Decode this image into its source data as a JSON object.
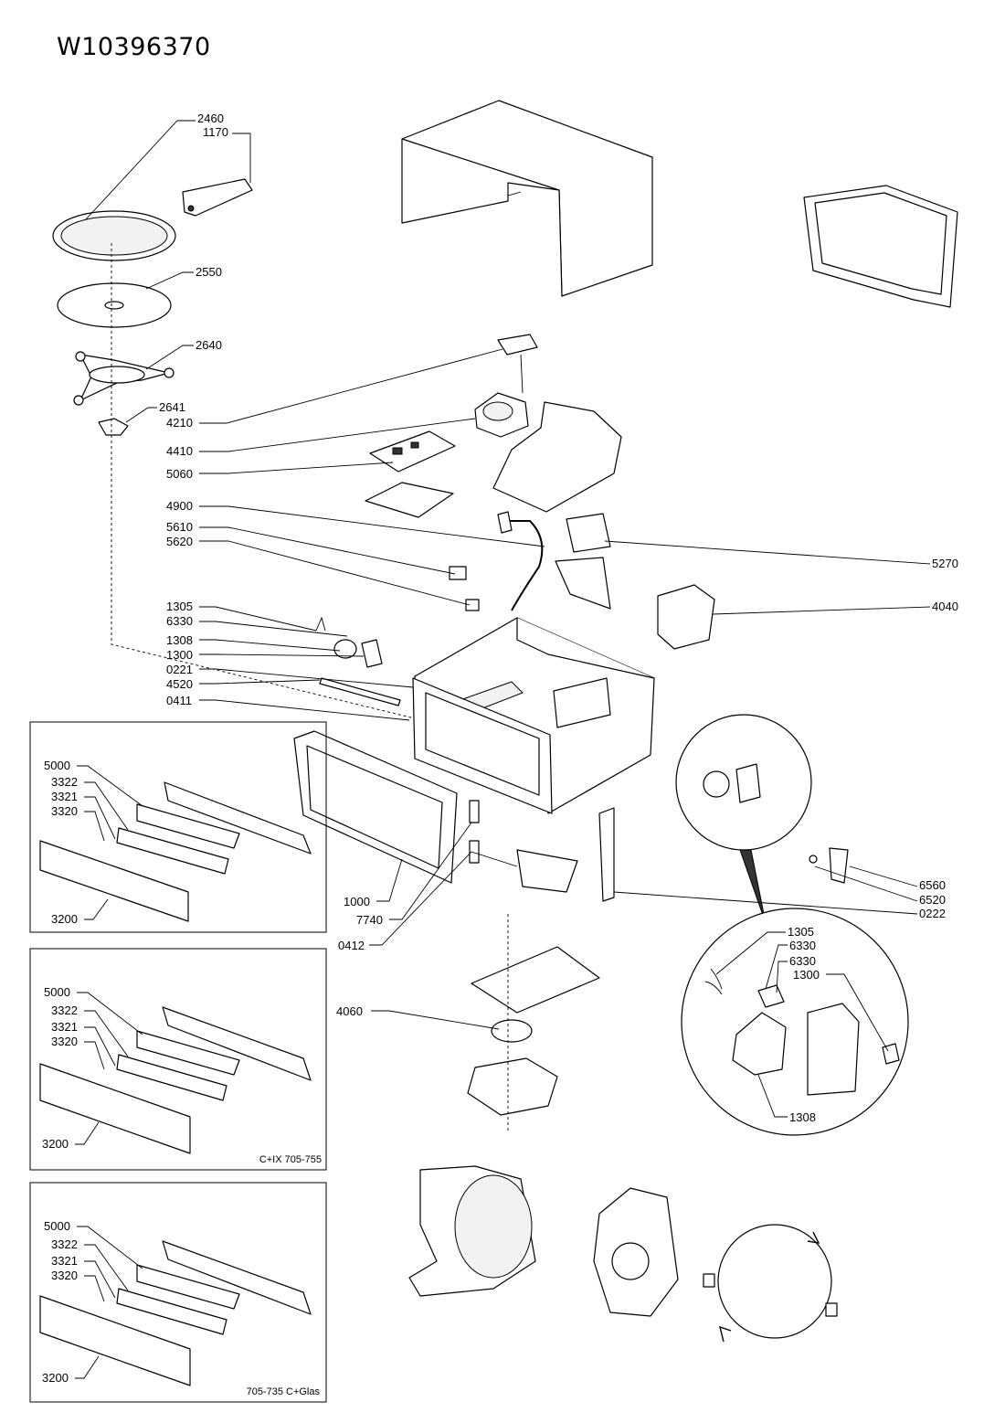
{
  "header": {
    "part_number": "W10396370"
  },
  "panels": {
    "panel_1": {
      "note": ""
    },
    "panel_2": {
      "note": "C+IX 705-755"
    },
    "panel_3": {
      "note": "705-735 C+Glas"
    }
  },
  "callouts": {
    "c2460": "2460",
    "c1170": "1170",
    "c2550": "2550",
    "c2640": "2640",
    "c2641": "2641",
    "c4210": "4210",
    "c4410": "4410",
    "c5060": "5060",
    "c4900": "4900",
    "c5610": "5610",
    "c5620": "5620",
    "c1305": "1305",
    "c6330": "6330",
    "c1308": "1308",
    "c1300": "1300",
    "c0221": "0221",
    "c4520": "4520",
    "c0411": "0411",
    "c5270": "5270",
    "c4040": "4040",
    "c1000": "1000",
    "c7740": "7740",
    "c0412": "0412",
    "c4060": "4060",
    "c6560": "6560",
    "c6520": "6520",
    "c0222": "0222",
    "d1305": "1305",
    "d6330a": "6330",
    "d6330b": "6330",
    "d1300": "1300",
    "d1308": "1308",
    "p1_5000": "5000",
    "p1_3322": "3322",
    "p1_3321": "3321",
    "p1_3320": "3320",
    "p1_3200": "3200",
    "p2_5000": "5000",
    "p2_3322": "3322",
    "p2_3321": "3321",
    "p2_3320": "3320",
    "p2_3200": "3200",
    "p3_5000": "5000",
    "p3_3322": "3322",
    "p3_3321": "3321",
    "p3_3320": "3320",
    "p3_3200": "3200"
  }
}
